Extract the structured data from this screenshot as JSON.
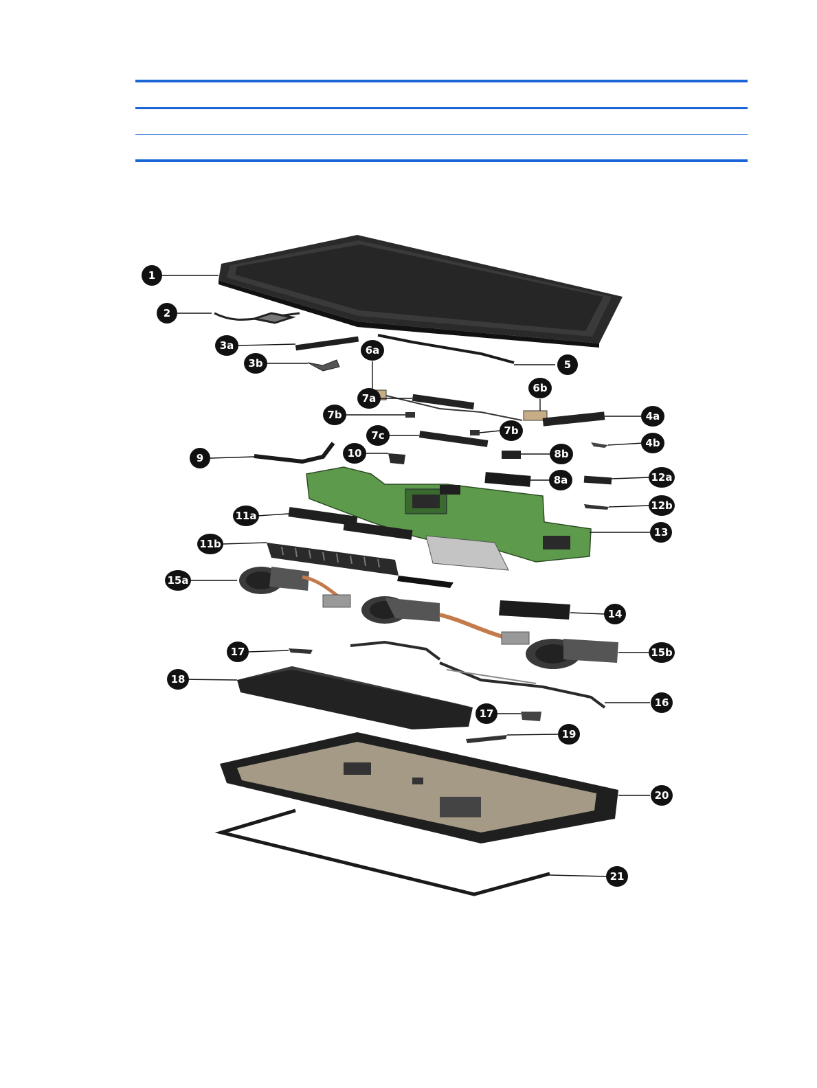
{
  "callouts": [
    {
      "id": "c1",
      "label": "1"
    },
    {
      "id": "c2",
      "label": "2"
    },
    {
      "id": "c3a",
      "label": "3a"
    },
    {
      "id": "c3b",
      "label": "3b"
    },
    {
      "id": "c4a",
      "label": "4a"
    },
    {
      "id": "c4b",
      "label": "4b"
    },
    {
      "id": "c5",
      "label": "5"
    },
    {
      "id": "c6a",
      "label": "6a"
    },
    {
      "id": "c6b",
      "label": "6b"
    },
    {
      "id": "c7a",
      "label": "7a"
    },
    {
      "id": "c7b1",
      "label": "7b"
    },
    {
      "id": "c7b2",
      "label": "7b"
    },
    {
      "id": "c7c",
      "label": "7c"
    },
    {
      "id": "c8a",
      "label": "8a"
    },
    {
      "id": "c8b",
      "label": "8b"
    },
    {
      "id": "c9",
      "label": "9"
    },
    {
      "id": "c10",
      "label": "10"
    },
    {
      "id": "c11a",
      "label": "11a"
    },
    {
      "id": "c11b",
      "label": "11b"
    },
    {
      "id": "c12a",
      "label": "12a"
    },
    {
      "id": "c12b",
      "label": "12b"
    },
    {
      "id": "c13",
      "label": "13"
    },
    {
      "id": "c14",
      "label": "14"
    },
    {
      "id": "c15a",
      "label": "15a"
    },
    {
      "id": "c15b",
      "label": "15b"
    },
    {
      "id": "c16",
      "label": "16"
    },
    {
      "id": "c17a",
      "label": "17"
    },
    {
      "id": "c17b",
      "label": "17"
    },
    {
      "id": "c18",
      "label": "18"
    },
    {
      "id": "c19",
      "label": "19"
    },
    {
      "id": "c20",
      "label": "20"
    },
    {
      "id": "c21",
      "label": "21"
    }
  ],
  "colors": {
    "rule": "#1a66d6",
    "callout": "#111111",
    "pcb": "#5e9a4c",
    "copper": "#c47a4a",
    "dark": "#1e1e1e",
    "gray": "#8a8a8a",
    "base_tray": "#a49a86"
  }
}
